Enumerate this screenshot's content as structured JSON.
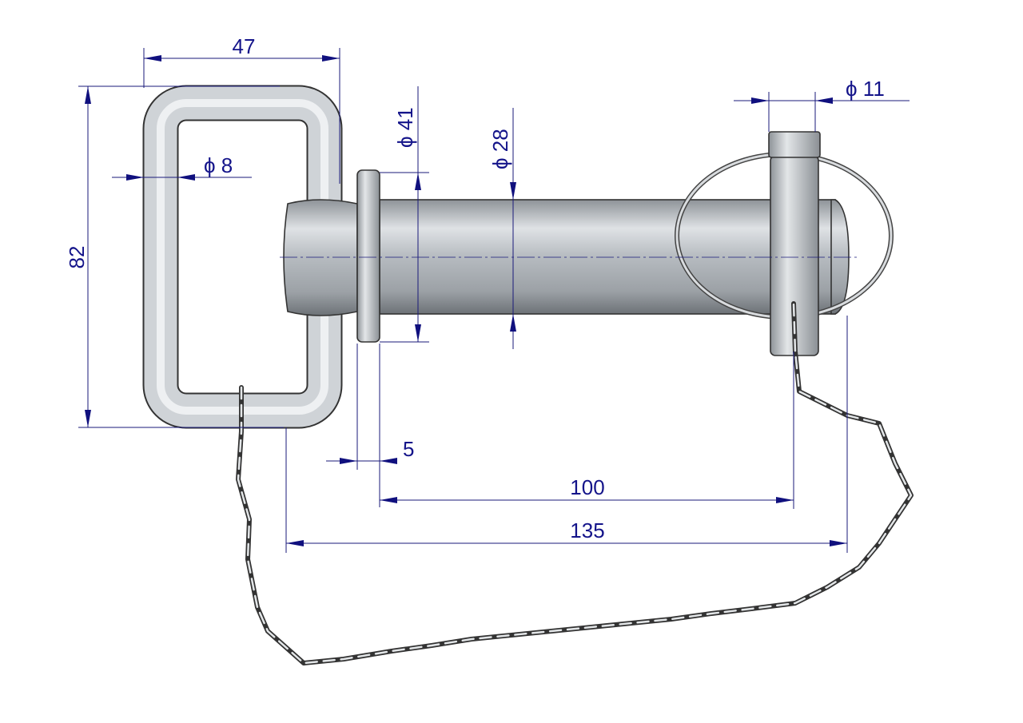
{
  "title": "Hitch pin with handle, clip pin and chain - dimension drawing",
  "colors": {
    "dimension": "#14148a",
    "metal": "#c9ced3",
    "outline": "#333333"
  },
  "dimensions": {
    "handle_width": "47",
    "handle_height": "82",
    "handle_wire_diameter": "ϕ 8",
    "flange_diameter": "ϕ 41",
    "pin_diameter": "ϕ 28",
    "clip_pin_diameter": "ϕ 11",
    "flange_thickness": "5",
    "working_length": "100",
    "total_length": "135"
  }
}
